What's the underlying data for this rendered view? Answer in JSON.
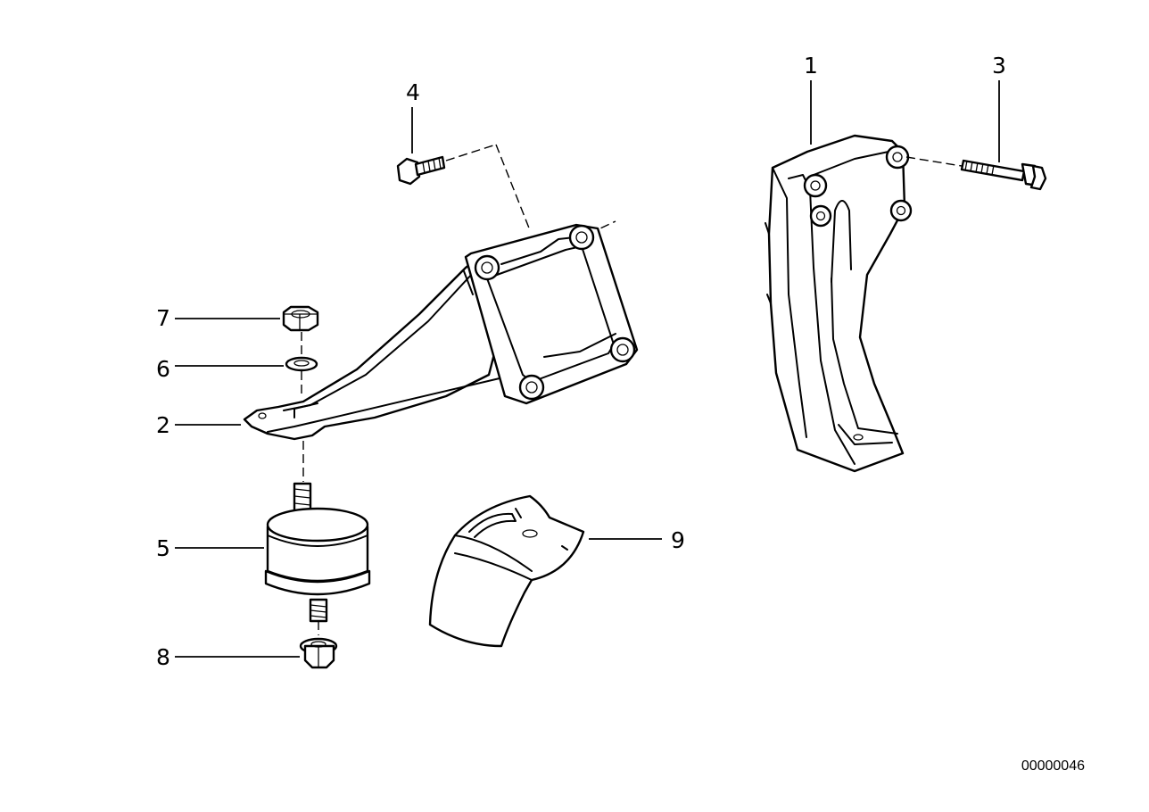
{
  "callouts": [
    {
      "id": "1",
      "label": "1"
    },
    {
      "id": "2",
      "label": "2"
    },
    {
      "id": "3",
      "label": "3"
    },
    {
      "id": "4",
      "label": "4"
    },
    {
      "id": "5",
      "label": "5"
    },
    {
      "id": "6",
      "label": "6"
    },
    {
      "id": "7",
      "label": "7"
    },
    {
      "id": "8",
      "label": "8"
    },
    {
      "id": "9",
      "label": "9"
    }
  ],
  "drawing_code": "00000046"
}
